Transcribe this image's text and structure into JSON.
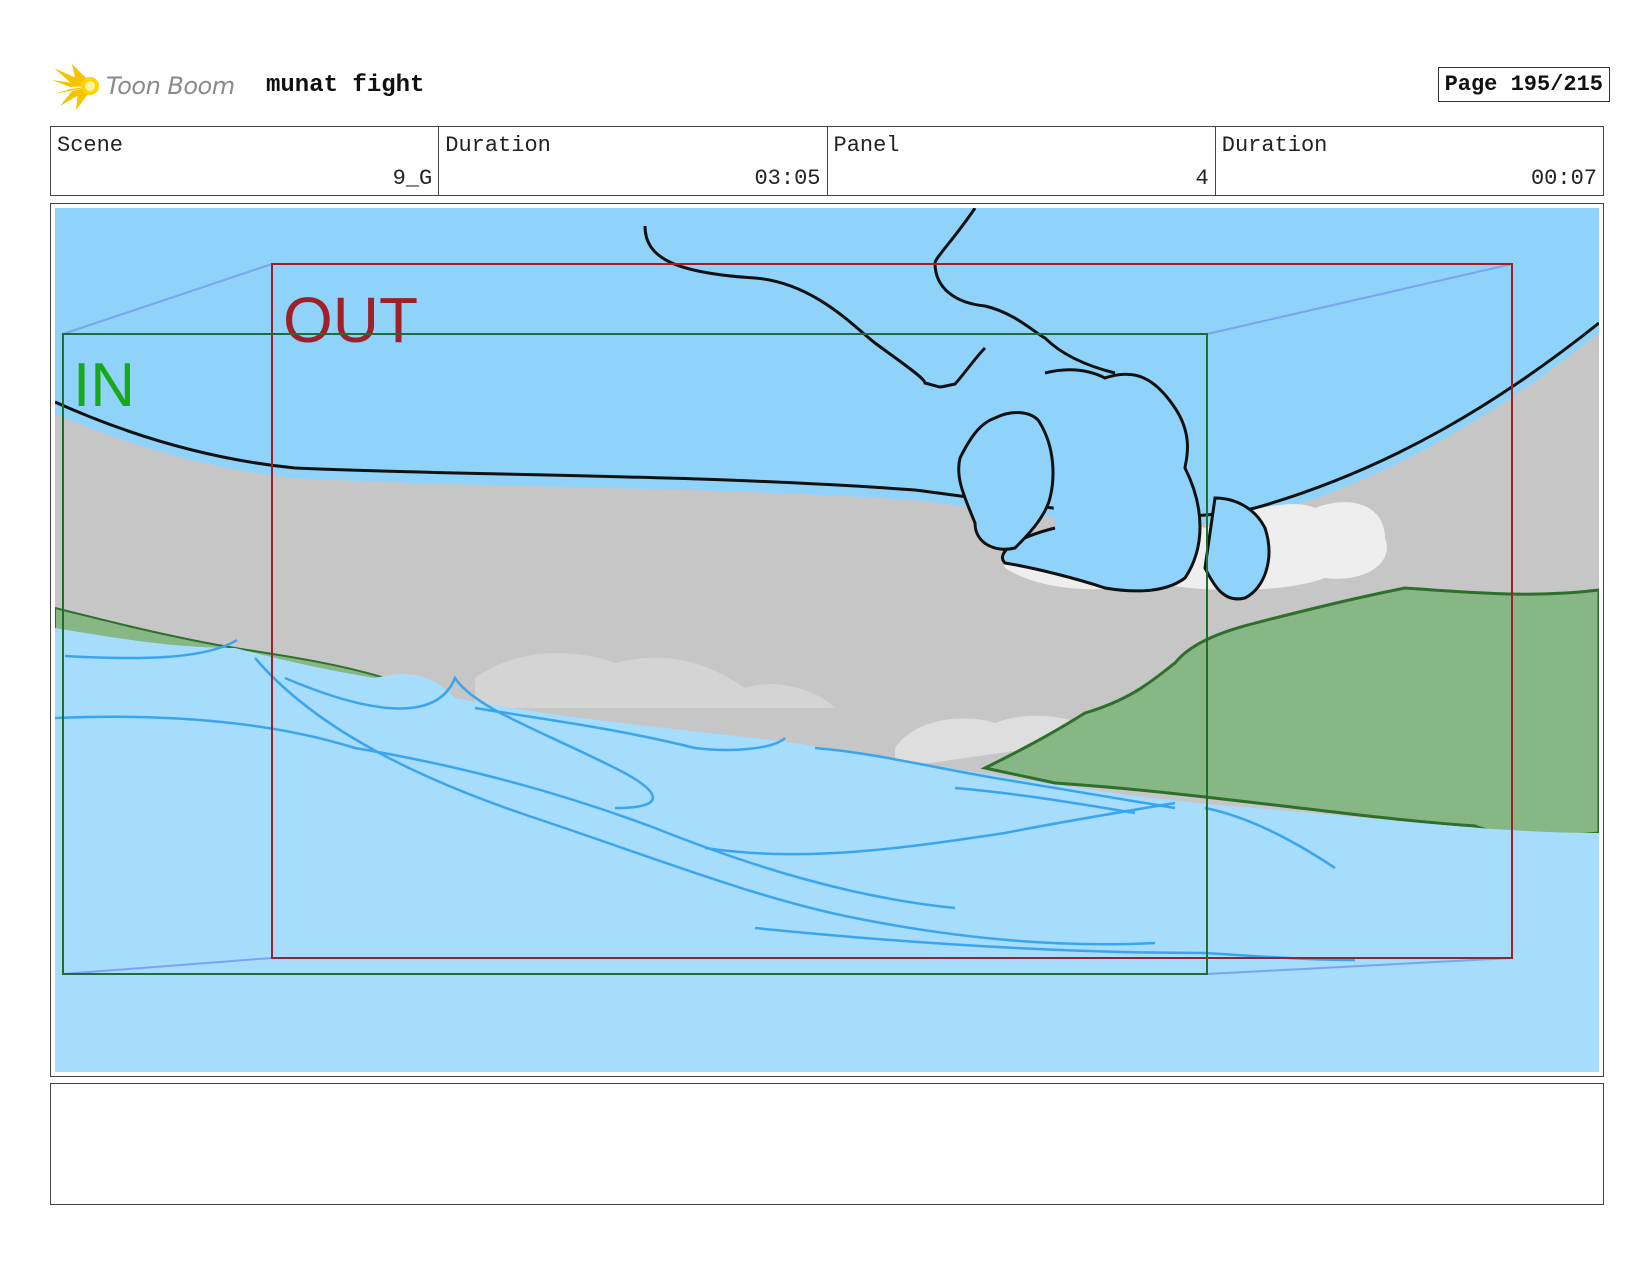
{
  "header": {
    "logo_text": "Toon Boom",
    "project_title": "munat fight",
    "page_label": "Page 195/215"
  },
  "info": {
    "scene_label": "Scene",
    "scene_value": "9_G",
    "scene_duration_label": "Duration",
    "scene_duration_value": "03:05",
    "panel_label": "Panel",
    "panel_value": "4",
    "panel_duration_label": "Duration",
    "panel_duration_value": "00:07"
  },
  "panel": {
    "in_label": "IN",
    "out_label": "OUT",
    "colors": {
      "sky": "#8fd3fb",
      "ground": "#c6c6c6",
      "grass": "#86b784",
      "water": "#a6dcfc",
      "in_frame": "#1e6e2e",
      "out_frame": "#a0202a"
    }
  },
  "notes": {
    "text": ""
  }
}
